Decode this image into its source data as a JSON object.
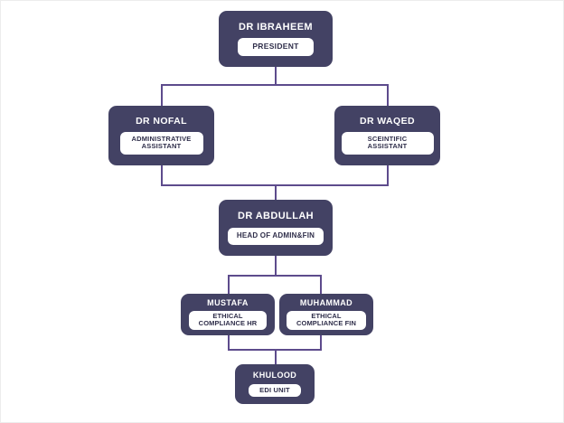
{
  "chart": {
    "type": "org-chart",
    "title": "",
    "background_color": "#ffffff",
    "node_color": "#434264",
    "chip_color": "#ffffff",
    "connector_color": "#5d4b8c",
    "text_color": "#ffffff",
    "chip_text_color": "#2f2e4a"
  },
  "nodes": [
    {
      "id": "ibraheem",
      "name": "DR IBRAHEEM",
      "role": "PRESIDENT",
      "level": 1
    },
    {
      "id": "nofal",
      "name": "DR NOFAL",
      "role": "ADMINISTRATIVE ASSISTANT",
      "level": 2
    },
    {
      "id": "waqed",
      "name": "DR WAQED",
      "role": "SCEINTIFIC ASSISTANT",
      "level": 2
    },
    {
      "id": "abdullah",
      "name": "DR ABDULLAH",
      "role": "HEAD OF ADMIN&FIN",
      "level": 3
    },
    {
      "id": "mustafa",
      "name": "MUSTAFA",
      "role": "ETHICAL COMPLIANCE HR",
      "level": 4
    },
    {
      "id": "muhammad",
      "name": "MUHAMMAD",
      "role": "ETHICAL COMPLIANCE FIN",
      "level": 4
    },
    {
      "id": "khulood",
      "name": "KHULOOD",
      "role": "EDI UNIT",
      "level": 5
    }
  ],
  "edges": [
    {
      "from": "ibraheem",
      "to": "nofal"
    },
    {
      "from": "ibraheem",
      "to": "waqed"
    },
    {
      "from": "nofal",
      "to": "abdullah"
    },
    {
      "from": "waqed",
      "to": "abdullah"
    },
    {
      "from": "abdullah",
      "to": "mustafa"
    },
    {
      "from": "abdullah",
      "to": "muhammad"
    },
    {
      "from": "mustafa",
      "to": "khulood"
    },
    {
      "from": "muhammad",
      "to": "khulood"
    }
  ]
}
